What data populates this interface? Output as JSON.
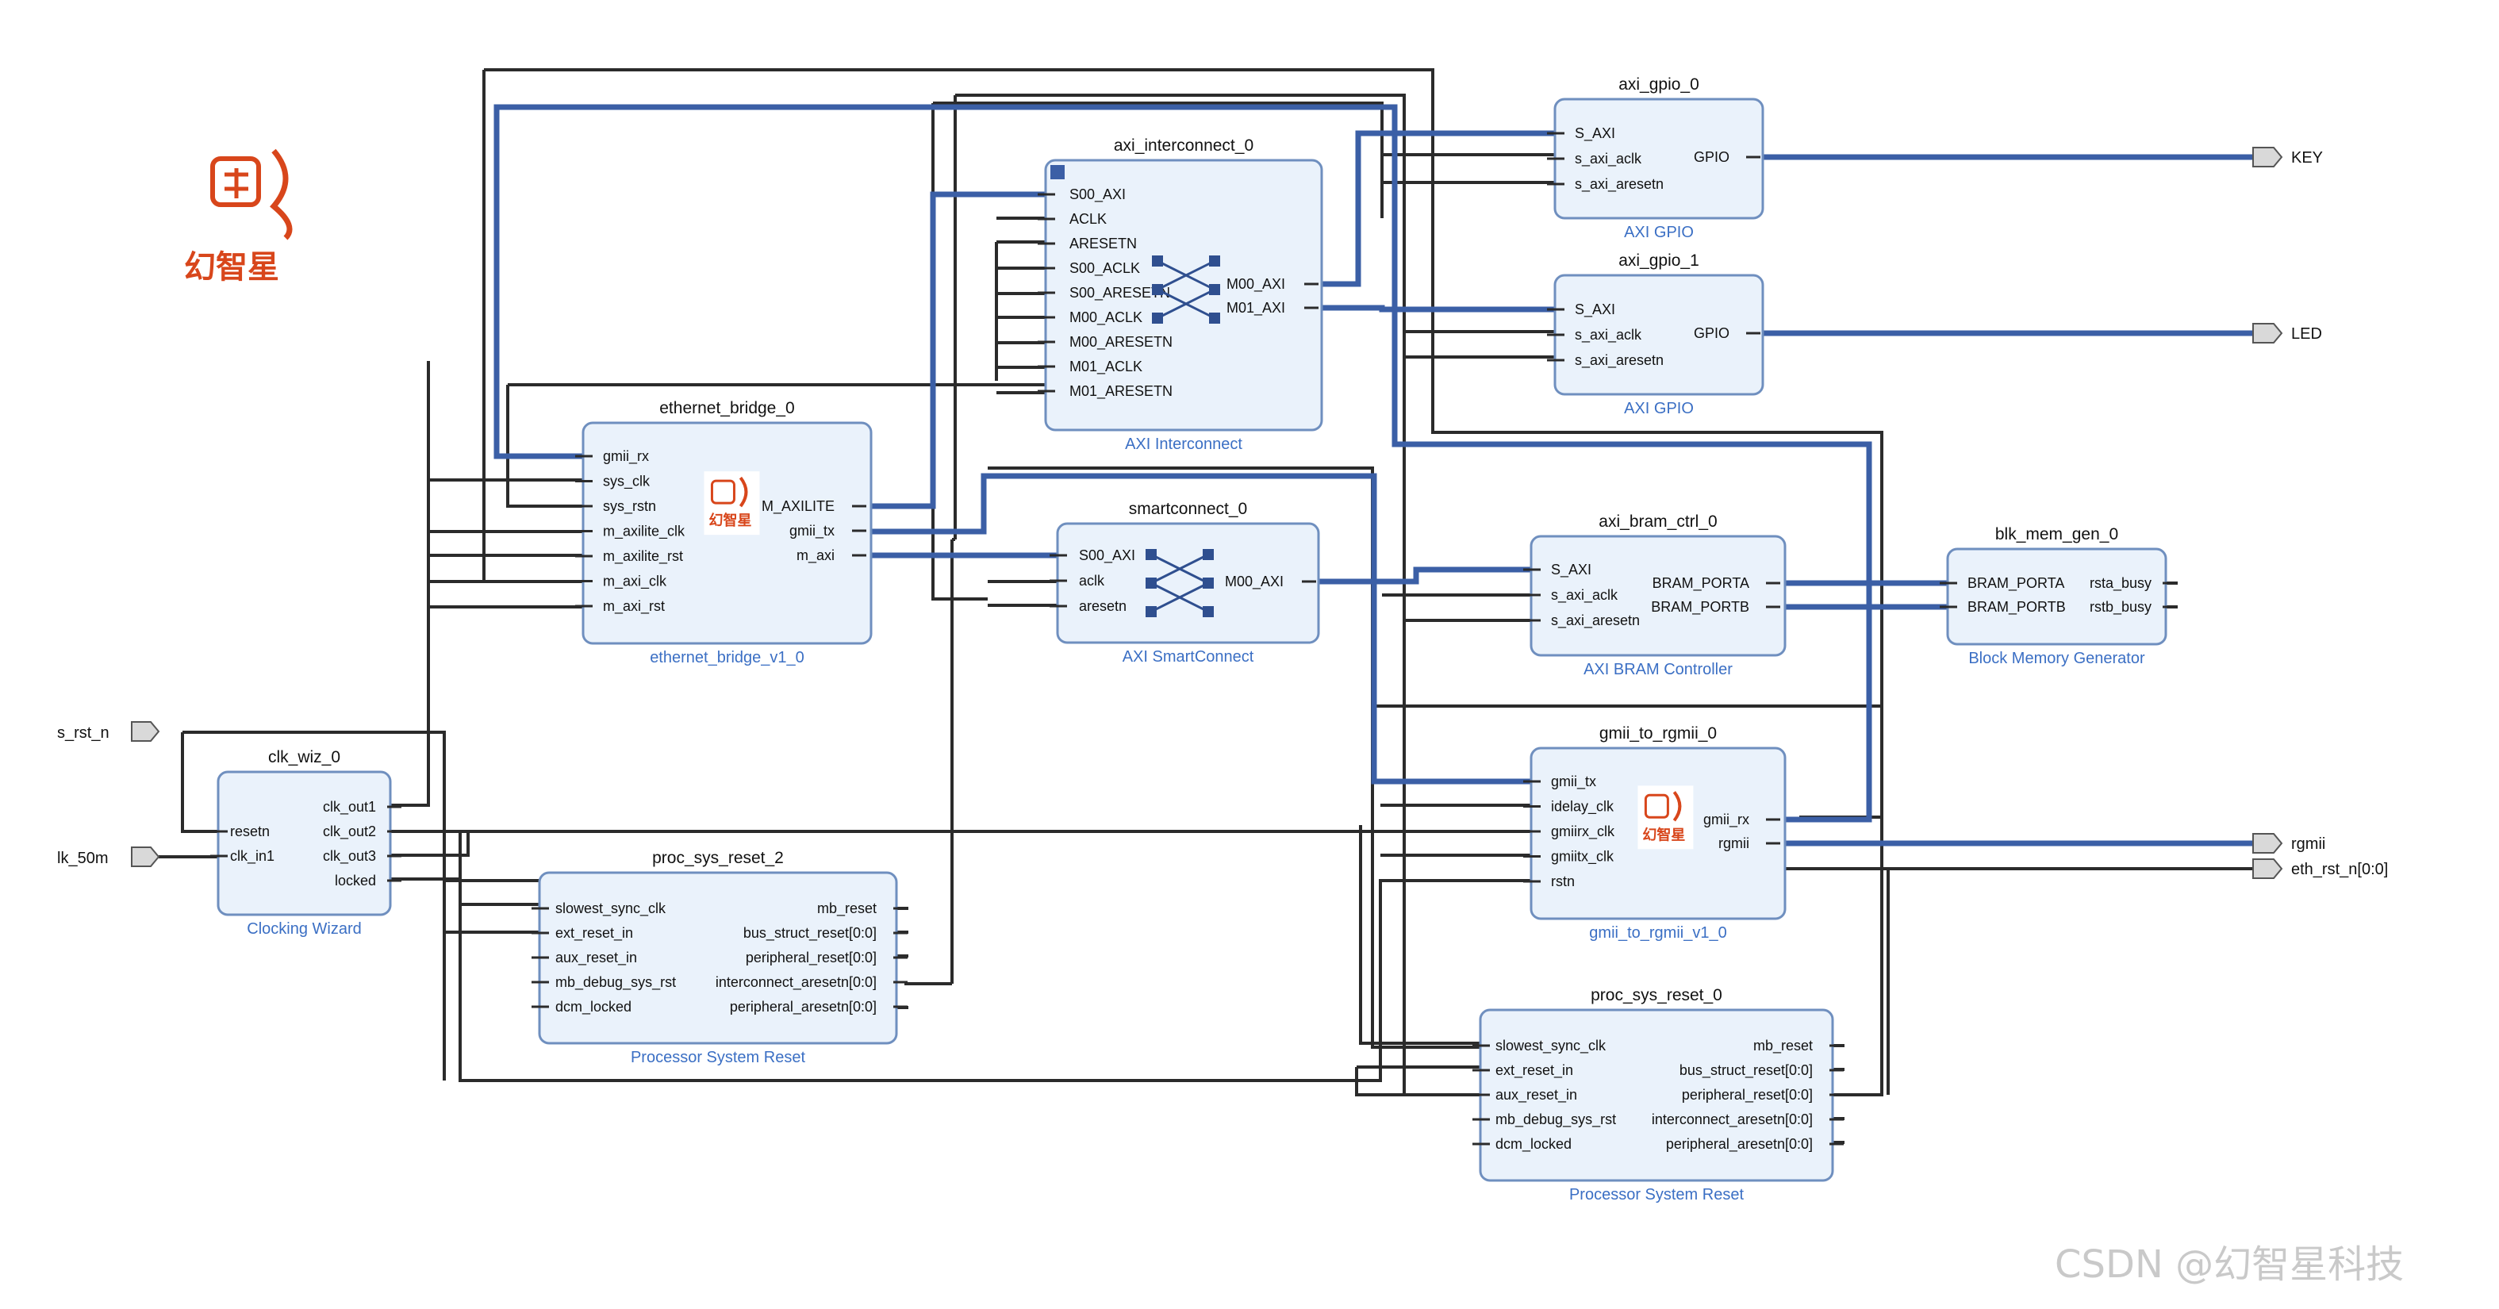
{
  "logo": {
    "text": "幻智星",
    "mark": "seal-logo-icon"
  },
  "watermark": "CSDN @幻智星科技",
  "external_ports": {
    "s_rst_n": "s_rst_n",
    "clk_50m": "lk_50m",
    "key": "KEY",
    "led": "LED",
    "rgmii": "rgmii",
    "eth_rst_n": "eth_rst_n[0:0]"
  },
  "blocks": {
    "axi_gpio_0": {
      "inst": "axi_gpio_0",
      "type": "AXI GPIO",
      "inputs": [
        "S_AXI",
        "s_axi_aclk",
        "s_axi_aresetn"
      ],
      "outputs": [
        "GPIO"
      ]
    },
    "axi_gpio_1": {
      "inst": "axi_gpio_1",
      "type": "AXI GPIO",
      "inputs": [
        "S_AXI",
        "s_axi_aclk",
        "s_axi_aresetn"
      ],
      "outputs": [
        "GPIO"
      ]
    },
    "axi_interconnect_0": {
      "inst": "axi_interconnect_0",
      "type": "AXI Interconnect",
      "inputs": [
        "S00_AXI",
        "ACLK",
        "ARESETN",
        "S00_ACLK",
        "S00_ARESETN",
        "M00_ACLK",
        "M00_ARESETN",
        "M01_ACLK",
        "M01_ARESETN"
      ],
      "outputs": [
        "M00_AXI",
        "M01_AXI"
      ]
    },
    "ethernet_bridge_0": {
      "inst": "ethernet_bridge_0",
      "type": "ethernet_bridge_v1_0",
      "inputs": [
        "gmii_rx",
        "sys_clk",
        "sys_rstn",
        "m_axilite_clk",
        "m_axilite_rst",
        "m_axi_clk",
        "m_axi_rst"
      ],
      "outputs": [
        "M_AXILITE",
        "gmii_tx",
        "m_axi"
      ]
    },
    "smartconnect_0": {
      "inst": "smartconnect_0",
      "type": "AXI SmartConnect",
      "inputs": [
        "S00_AXI",
        "aclk",
        "aresetn"
      ],
      "outputs": [
        "M00_AXI"
      ]
    },
    "axi_bram_ctrl_0": {
      "inst": "axi_bram_ctrl_0",
      "type": "AXI BRAM Controller",
      "inputs": [
        "S_AXI",
        "s_axi_aclk",
        "s_axi_aresetn"
      ],
      "outputs": [
        "BRAM_PORTA",
        "BRAM_PORTB"
      ]
    },
    "blk_mem_gen_0": {
      "inst": "blk_mem_gen_0",
      "type": "Block Memory Generator",
      "inputs": [
        "BRAM_PORTA",
        "BRAM_PORTB"
      ],
      "outputs": [
        "rsta_busy",
        "rstb_busy"
      ]
    },
    "gmii_to_rgmii_0": {
      "inst": "gmii_to_rgmii_0",
      "type": "gmii_to_rgmii_v1_0",
      "inputs": [
        "gmii_tx",
        "idelay_clk",
        "gmiirx_clk",
        "gmiitx_clk",
        "rstn"
      ],
      "outputs": [
        "gmii_rx",
        "rgmii"
      ]
    },
    "clk_wiz_0": {
      "inst": "clk_wiz_0",
      "type": "Clocking Wizard",
      "inputs": [
        "resetn",
        "clk_in1"
      ],
      "outputs": [
        "clk_out1",
        "clk_out2",
        "clk_out3",
        "locked"
      ]
    },
    "proc_sys_reset_2": {
      "inst": "proc_sys_reset_2",
      "type": "Processor System Reset",
      "inputs": [
        "slowest_sync_clk",
        "ext_reset_in",
        "aux_reset_in",
        "mb_debug_sys_rst",
        "dcm_locked"
      ],
      "outputs": [
        "mb_reset",
        "bus_struct_reset[0:0]",
        "peripheral_reset[0:0]",
        "interconnect_aresetn[0:0]",
        "peripheral_aresetn[0:0]"
      ]
    },
    "proc_sys_reset_0": {
      "inst": "proc_sys_reset_0",
      "type": "Processor System Reset",
      "inputs": [
        "slowest_sync_clk",
        "ext_reset_in",
        "aux_reset_in",
        "mb_debug_sys_rst",
        "dcm_locked"
      ],
      "outputs": [
        "mb_reset",
        "bus_struct_reset[0:0]",
        "peripheral_reset[0:0]",
        "interconnect_aresetn[0:0]",
        "peripheral_aresetn[0:0]"
      ]
    }
  }
}
